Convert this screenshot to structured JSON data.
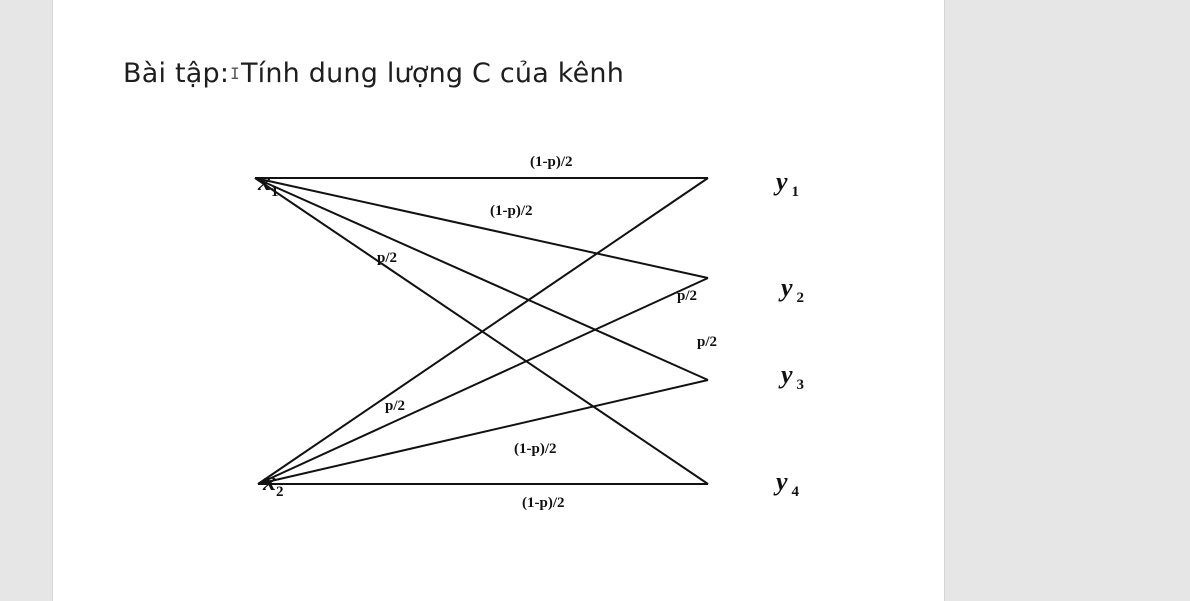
{
  "document": {
    "heading": "Bài tập:",
    "heading_rest": "Tính dung lượng C của kênh",
    "cursor_glyph": "I"
  },
  "diagram": {
    "inputs": [
      {
        "base": "x",
        "sub": "1"
      },
      {
        "base": "x",
        "sub": "2"
      }
    ],
    "outputs": [
      {
        "base": "y",
        "sub": "1"
      },
      {
        "base": "y",
        "sub": "2"
      },
      {
        "base": "y",
        "sub": "3"
      },
      {
        "base": "y",
        "sub": "4"
      }
    ],
    "edge_labels": {
      "x1_y1": "(1-p)/2",
      "x1_y2": "(1-p)/2",
      "x1_y3": "p/2",
      "x1_y4": "p/2",
      "x2_y1": "p/2",
      "x2_y2": "p/2",
      "x2_y3": "(1-p)/2",
      "x2_y4": "(1-p)/2"
    }
  }
}
